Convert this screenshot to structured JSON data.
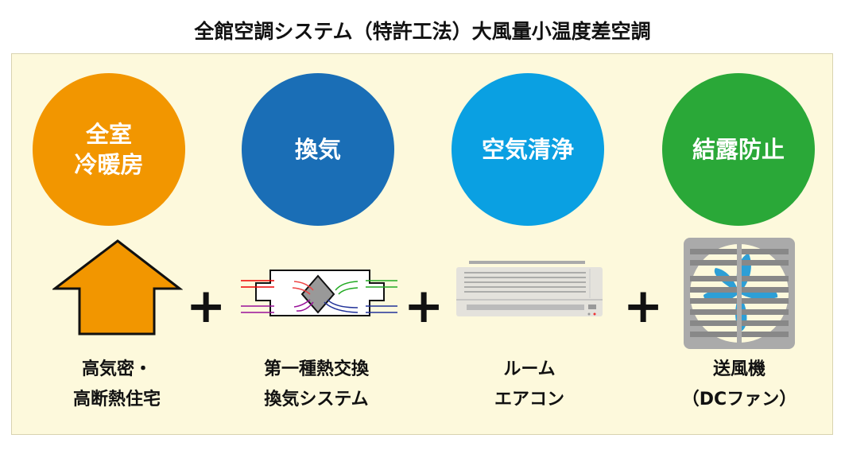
{
  "title": "全館空調システム（特許工法）大風量小温度差空調",
  "circles": [
    {
      "text": "全室\n冷暖房",
      "color": "#f29600"
    },
    {
      "text": "換気",
      "color": "#1a6eb6"
    },
    {
      "text": "空気清浄",
      "color": "#0aa0e2"
    },
    {
      "text": "結露防止",
      "color": "#2aa838"
    }
  ],
  "plus": "+",
  "labels": [
    "高気密・\n高断熱住宅",
    "第一種熱交換\n換気システム",
    "ルーム\nエアコン",
    "送風機\n（DCファン）"
  ]
}
